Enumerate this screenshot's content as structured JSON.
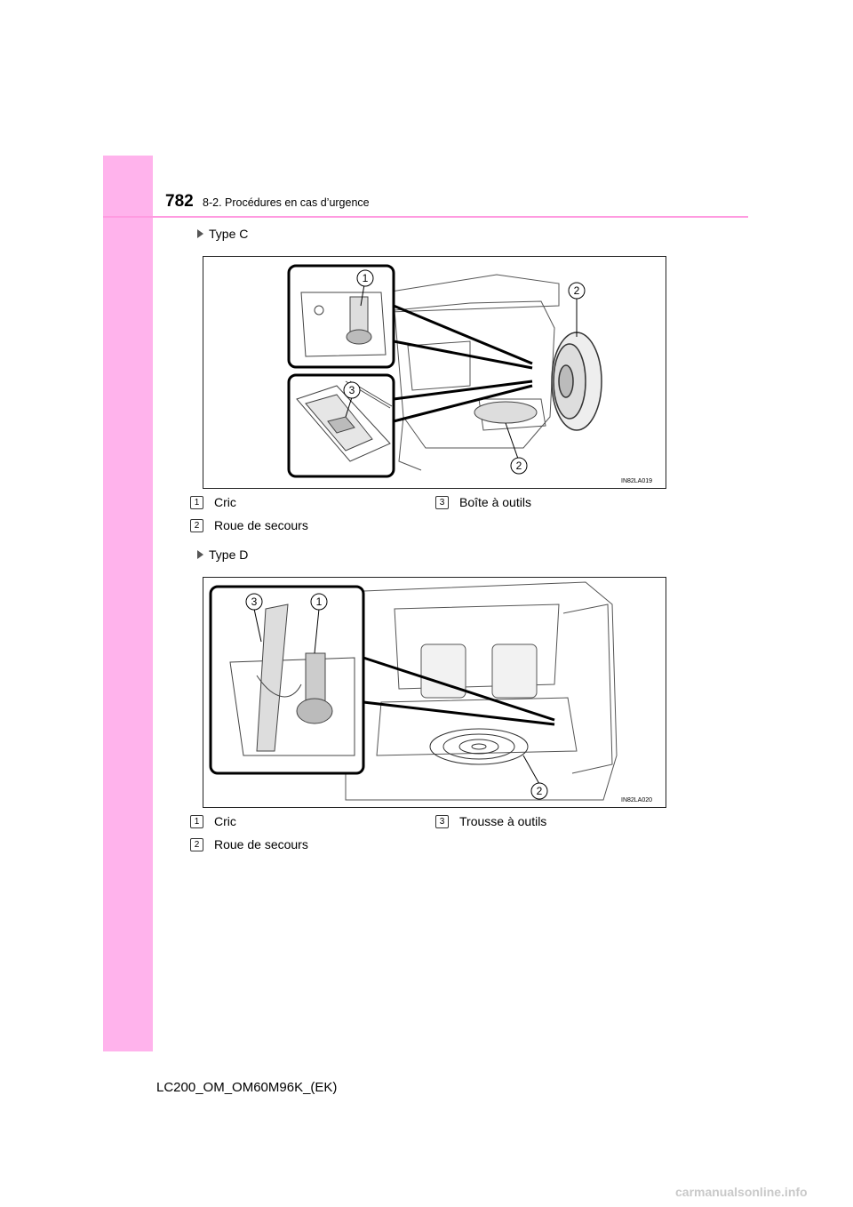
{
  "header": {
    "page_number": "782",
    "section": "8-2. Procédures en cas d’urgence"
  },
  "type_c": {
    "label": "Type C",
    "figure_code": "IN82LA019",
    "callouts": [
      "1",
      "2",
      "3",
      "2"
    ],
    "legend": [
      {
        "num": "1",
        "text": "Cric"
      },
      {
        "num": "2",
        "text": "Roue de secours"
      },
      {
        "num": "3",
        "text": "Boîte à outils"
      }
    ]
  },
  "type_d": {
    "label": "Type D",
    "figure_code": "IN82LA020",
    "callouts": [
      "3",
      "1",
      "2"
    ],
    "legend": [
      {
        "num": "1",
        "text": "Cric"
      },
      {
        "num": "2",
        "text": "Roue de secours"
      },
      {
        "num": "3",
        "text": "Trousse à outils"
      }
    ]
  },
  "footer": {
    "doc_code": "LC200_OM_OM60M96K_(EK)"
  },
  "watermark": {
    "text": "carmanualsonline.info"
  },
  "colors": {
    "accent": "#ffb3ec",
    "rule": "#ff9be0"
  }
}
